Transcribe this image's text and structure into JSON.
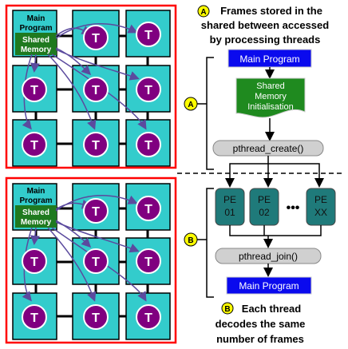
{
  "grid_top": {
    "main_program_label_line1": "Main",
    "main_program_label_line2": "Program",
    "shared_memory_line1": "Shared",
    "shared_memory_line2": "Memory",
    "thread_label": "T"
  },
  "grid_bottom": {
    "main_program_label_line1": "Main",
    "main_program_label_line2": "Program",
    "shared_memory_line1": "Shared",
    "shared_memory_line2": "Memory",
    "thread_label": "T"
  },
  "annotation_a": {
    "badge": "A",
    "line1": "Frames stored in the",
    "line2": "shared between accessed",
    "line3": "by processing threads"
  },
  "annotation_b": {
    "badge": "B",
    "line1": "Each thread",
    "line2": "decodes the same",
    "line3": "number of frames"
  },
  "flow": {
    "main_program": "Main Program",
    "shared_mem_line1": "Shared",
    "shared_mem_line2": "Memory",
    "shared_mem_line3": "Initialisation",
    "pthread_create": "pthread_create()",
    "pe1_line1": "PE",
    "pe1_line2": "01",
    "pe2_line1": "PE",
    "pe2_line2": "02",
    "pex_line1": "PE",
    "pex_line2": "XX",
    "ellipsis": "•••",
    "pthread_join": "pthread_join()",
    "main_program_end": "Main Program",
    "bracket_a": "A",
    "bracket_b": "B"
  },
  "colors": {
    "tile": "#33cccc",
    "tile_border": "#000000",
    "grid_border": "#ff0000",
    "thread": "#800080",
    "shared_memory": "#1f7a1f",
    "main_program_box": "#0a0aee",
    "pe_box": "#1f7a7a",
    "badge": "#ffff00",
    "arrow": "#5b4a9e"
  }
}
